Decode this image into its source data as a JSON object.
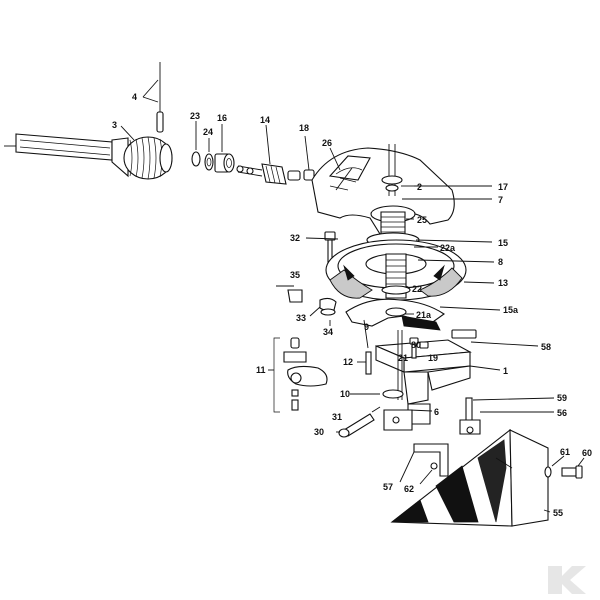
{
  "diagram": {
    "callouts": {
      "c1": "1",
      "c2": "2",
      "c3": "3",
      "c4": "4",
      "c6": "6",
      "c7": "7",
      "c8": "8",
      "c9": "9",
      "c10": "10",
      "c11": "11",
      "c12": "12",
      "c13": "13",
      "c14": "14",
      "c15": "15",
      "c15a": "15a",
      "c16": "16",
      "c17": "17",
      "c18": "18",
      "c19": "19",
      "c21": "21",
      "c21a": "21a",
      "c22": "22",
      "c22a": "22a",
      "c23": "23",
      "c24": "24",
      "c25": "25",
      "c26": "26",
      "c30": "30",
      "c31": "31",
      "c32": "32",
      "c33": "33",
      "c34": "34",
      "c35": "35",
      "c55": "55",
      "c56": "56",
      "c57": "57",
      "c58": "58",
      "c59": "59",
      "c60": "60",
      "c61": "61",
      "c62": "62",
      "c80": "80"
    }
  }
}
